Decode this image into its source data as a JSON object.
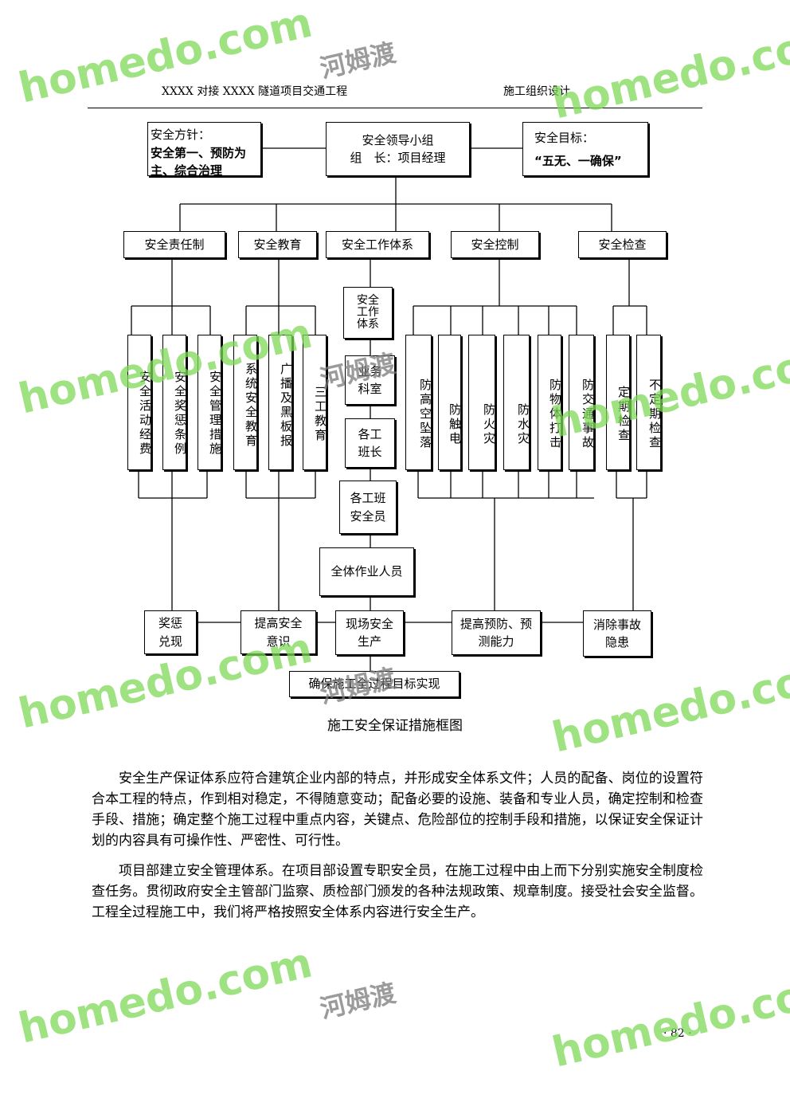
{
  "header": {
    "left": "XXXX 对接 XXXX 隧道项目交通工程",
    "right": "施工组织设计"
  },
  "diagram": {
    "policy_title": "安全方针：",
    "policy_text": "安全第一、预防为主、综合治理",
    "leader_line1": "安全领导小组",
    "leader_line2": "组　长：项目经理",
    "goal_title": "安全目标：",
    "goal_text": "“五无、一确保”",
    "level2": [
      "安全责任制",
      "安全教育",
      "安全工作体系",
      "安全控制",
      "安全检查"
    ],
    "resp_items": [
      "安全活动经费",
      "安全奖惩条例",
      "安全管理措施"
    ],
    "edu_items": [
      "系统安全教育",
      "广播及黑板报",
      "三工教育"
    ],
    "work_chain": [
      "安全工作体系",
      "业务科室",
      "各工班长",
      "各工班安全员",
      "全体作业人员"
    ],
    "control_items": [
      "防高空坠落",
      "防触电",
      "防火灾",
      "防水灾",
      "防物体打击",
      "防交通事故"
    ],
    "check_items": [
      "定期检查",
      "不定期检查"
    ],
    "results": [
      "奖惩兑现",
      "提高安全意识",
      "现场安全生产",
      "提高预防、预测能力",
      "消除事故隐患"
    ],
    "final": "确保施工全过程目标实现"
  },
  "caption": "施工安全保证措施框图",
  "paragraphs": [
    "安全生产保证体系应符合建筑企业内部的特点，并形成安全体系文件；人员的配备、岗位的设置符合本工程的特点，作到相对稳定，不得随意变动；配备必要的设施、装备和专业人员，确定控制和检查手段、措施；确定整个施工过程中重点内容，关键点、危险部位的控制手段和措施，以保证安全保证计划的内容具有可操作性、严密性、可行性。",
    "项目部建立安全管理体系。在项目部设置专职安全员，在施工过程中由上而下分别实施安全制度检查任务。贯彻政府安全主管部门监察、质检部门颁发的各种法规政策、规章制度。接受社会安全监督。工程全过程施工中，我们将严格按照安全体系内容进行安全生产。"
  ],
  "page_number": "· 82 ·",
  "watermark": {
    "en": "homedo.com",
    "cn": "河姆渡",
    "color": "#7ed957"
  }
}
